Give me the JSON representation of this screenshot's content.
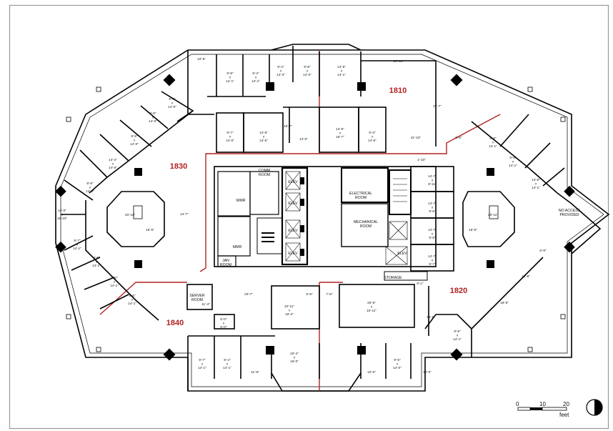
{
  "suites": {
    "s1810": "1810",
    "s1820": "1820",
    "s1830": "1830",
    "s1840": "1840"
  },
  "core": {
    "comm": [
      "COMM",
      "ROOM"
    ],
    "wmr": "WMR",
    "mmr": "MMR",
    "jan": [
      "JAN",
      "ROOM"
    ],
    "elec": [
      "ELECTRICAL",
      "ROOM"
    ],
    "mech": [
      "MECHANICAL",
      "ROOM"
    ],
    "storage": "STORAGE",
    "server": [
      "SERVER",
      "ROOM"
    ],
    "elev": "ELEV"
  },
  "note": [
    "NO ACCESS",
    "PROVIDED"
  ],
  "offices_top": [
    [
      "9'-8\"",
      "x",
      "14'-1\""
    ],
    [
      "9'-4\"",
      "x",
      "14'-1\""
    ],
    [
      "9'-4\"",
      "x",
      "14'-3\""
    ],
    [
      "9'-8\"",
      "x",
      "14'-0\""
    ],
    [
      "14'-5\"",
      "x",
      "14'-1\""
    ]
  ],
  "offices_upper_left": [
    [
      "9'-8\"",
      "x",
      "14'-0\""
    ],
    [
      "9'-8\"",
      "x",
      "14'-0\""
    ],
    [
      "9'-8\"",
      "x",
      "14'-0\""
    ],
    [
      "14'-4\"",
      "x",
      "14'-0\""
    ],
    [
      "9'-8\"",
      "x",
      "14'-0\""
    ]
  ],
  "offices_inner_top": [
    [
      "9'-7\"",
      "x",
      "14'-5\""
    ],
    [
      "14'-6\"",
      "x",
      "14'-5\""
    ],
    [
      "14'-5\"",
      "x",
      "16'-7\""
    ],
    [
      "9'-3\"",
      "x",
      "14'-6\""
    ]
  ],
  "offices_left": [
    [
      "14'-0\"",
      "x",
      "19'-10\""
    ],
    [
      "9'-7\"",
      "x",
      "14'-1\""
    ],
    [
      "9'-8\"",
      "x",
      "14'-1\""
    ],
    [
      "9'-6\"",
      "x",
      "14'-1\""
    ],
    [
      "9'-6\"",
      "x",
      "14'-1\""
    ]
  ],
  "offices_right_upper": [
    [
      "9'-8\"",
      "x",
      "14'-1\""
    ],
    [
      "9'-6\"",
      "x",
      "14'-1\""
    ],
    [
      "14'-8\"",
      "x",
      "14'-1\""
    ]
  ],
  "offices_right_core": [
    [
      "14'-7\"",
      "x",
      "8'-11\""
    ],
    [
      "14'-7\"",
      "x",
      "9'-6\""
    ],
    [
      "14'-7\"",
      "x",
      "9'-6\""
    ],
    [
      "14'-7\"",
      "x",
      "9'-7\""
    ]
  ],
  "offices_bottom": [
    [
      "9'-7\"",
      "x",
      "14'-1\""
    ],
    [
      "9'-4\"",
      "x",
      "14'-1\""
    ],
    [
      "10'-4\"",
      "x",
      "16'-0\""
    ],
    [
      "9'-6\"",
      "x",
      "14'-0\""
    ],
    [
      "9'-8\"",
      "x",
      "14'-1\""
    ]
  ],
  "rooms_mid": {
    "conf_a": [
      "10'-11\"",
      "x",
      "16'-4\""
    ],
    "conf_b": [
      "26'-5\"",
      "x",
      "15'-11\""
    ],
    "small": [
      "5'-0\"",
      "x",
      "5'-0\""
    ]
  },
  "dims": {
    "top_left": "10'-5\"",
    "top_right": "23'-10\"",
    "right_vert": "22'-7\"",
    "mid_a": "21'-10\"",
    "mid_b": "9'-5\"",
    "mid_c": "14'-0\"",
    "mid_d": "16'-7\"",
    "left_run": "14'-7\"",
    "left_lobby_w": "20'-11\"",
    "left_lobby_h": "16'-5\"",
    "right_lobby_w": "20'-11\"",
    "right_lobby_h": "16'-5\"",
    "bot_a": "20'-7\"",
    "bot_b": "9'-8\"",
    "bot_c": "7'-6\"",
    "bot_d": "11'-4\"",
    "bot_e": "11'-8\"",
    "bot_f": "10'-0\"",
    "bot_g": "10'-0\"",
    "diag_a": "6'-9\"",
    "diag_b": "16'-8\"",
    "diag_c": "18'-6\"",
    "vert_r": "16'-6\"",
    "vert_s": "8'-1\"",
    "small_v": "1'-10\""
  },
  "scale": {
    "t0": "0",
    "t10": "10",
    "t20": "20",
    "unit": "feet"
  }
}
